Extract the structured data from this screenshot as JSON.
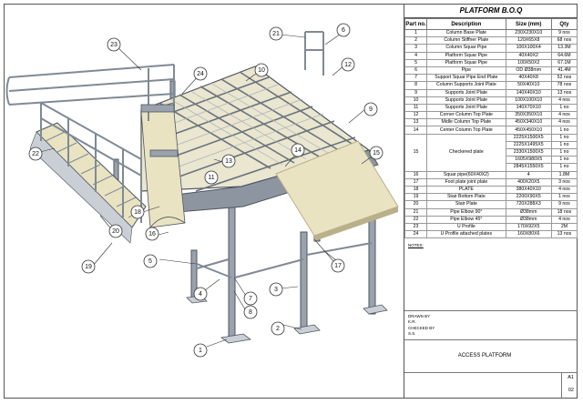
{
  "boq": {
    "title": "PLATFORM B.O.Q",
    "headers": {
      "part": "Part no.",
      "desc": "Description",
      "size": "Size (mm)",
      "qty": "Qty"
    },
    "rows": [
      {
        "part": "1",
        "desc": "Column Base Plate",
        "size": "230X230X10",
        "qty": "9 nos"
      },
      {
        "part": "2",
        "desc": "Column Stiffner Plate",
        "size": "120X65X8",
        "qty": "68 nos"
      },
      {
        "part": "3",
        "desc": "Column Squar Pipe",
        "size": "100X100X4",
        "qty": "13.3M"
      },
      {
        "part": "4",
        "desc": "Platform Squar Pipe",
        "size": "40X40X2",
        "qty": "64.6M"
      },
      {
        "part": "5",
        "desc": "Platform Squar Pipe",
        "size": "100X50X2",
        "qty": "67.1M"
      },
      {
        "part": "6",
        "desc": "Pipe",
        "size": "OD Ø38mm",
        "qty": "41.4M"
      },
      {
        "part": "7",
        "desc": "Support Squar Pipe End Plate",
        "size": "40X40X8",
        "qty": "52 nos"
      },
      {
        "part": "8",
        "desc": "Column Supports Joint Plate",
        "size": "50X40X10",
        "qty": "78 nos"
      },
      {
        "part": "9",
        "desc": "Supports Joint Plate",
        "size": "140X40X10",
        "qty": "13 nos"
      },
      {
        "part": "10",
        "desc": "Supports Joint Plate",
        "size": "100X100X10",
        "qty": "4 nos"
      },
      {
        "part": "11",
        "desc": "Supports Joint Plate",
        "size": "140X70X10",
        "qty": "1 no"
      },
      {
        "part": "12",
        "desc": "Corner Column Top Plate",
        "size": "350X350X10",
        "qty": "4 nos"
      },
      {
        "part": "13",
        "desc": "Midle Column Top Plate",
        "size": "450X340X10",
        "qty": "4 nos"
      },
      {
        "part": "14",
        "desc": "Center Column Top Plate",
        "size": "450X450X10",
        "qty": "1 no"
      }
    ],
    "checkered": {
      "part": "15",
      "desc": "Checkered plate",
      "items": [
        {
          "size": "2225X1500X5",
          "qty": "1 no"
        },
        {
          "size": "2225X1495X5",
          "qty": "1 no"
        },
        {
          "size": "2330X1500X5",
          "qty": "1 no"
        },
        {
          "size": "1605X980X5",
          "qty": "1 no"
        },
        {
          "size": "2845X1550X5",
          "qty": "1 no"
        }
      ]
    },
    "rows2": [
      {
        "part": "16",
        "desc": "Squar pipe(60X40X2)",
        "size": "4",
        "qty": "1.8M"
      },
      {
        "part": "17",
        "desc": "Foot plate joint plate",
        "size": "400X20X5",
        "qty": "3 nos"
      },
      {
        "part": "18",
        "desc": "PLATE",
        "size": "380X40X10",
        "qty": "4 nos"
      },
      {
        "part": "19",
        "desc": "Stair Bottom Plate",
        "size": "2200X90X5",
        "qty": "1 nos"
      },
      {
        "part": "20",
        "desc": "Stair Plate",
        "size": "720X288X3",
        "qty": "9 nos"
      },
      {
        "part": "21",
        "desc": "Pipe Elbow 90°",
        "size": "Ø38mm",
        "qty": "18 nos"
      },
      {
        "part": "22",
        "desc": "Pipe Elbow 45°",
        "size": "Ø38mm",
        "qty": "4 nos"
      },
      {
        "part": "23",
        "desc": "U Profile",
        "size": "170X92X5",
        "qty": "2M"
      },
      {
        "part": "24",
        "desc": "U Profile attached plates",
        "size": "160X80X6",
        "qty": "13 nos"
      }
    ]
  },
  "notes_label": "NOTES:",
  "title_block": {
    "drawn_label": "DRAWN BY",
    "drawn_value": "K.R.",
    "checked_label": "CHECKED BY",
    "checked_value": "S.S.",
    "drawing_title": "ACCESS PLATFORM",
    "size_label": "A1",
    "sheet_no": "02"
  },
  "callouts": [
    "1",
    "2",
    "3",
    "4",
    "5",
    "6",
    "7",
    "8",
    "9",
    "10",
    "11",
    "12",
    "13",
    "14",
    "15",
    "16",
    "17",
    "18",
    "19",
    "20",
    "21",
    "22",
    "23",
    "24"
  ],
  "colors": {
    "frame": "#7f8a95",
    "frame_dark": "#4d5560",
    "plate": "#e9e3c2",
    "plate_edge": "#b9b08a",
    "rail": "#9aa3ad"
  }
}
